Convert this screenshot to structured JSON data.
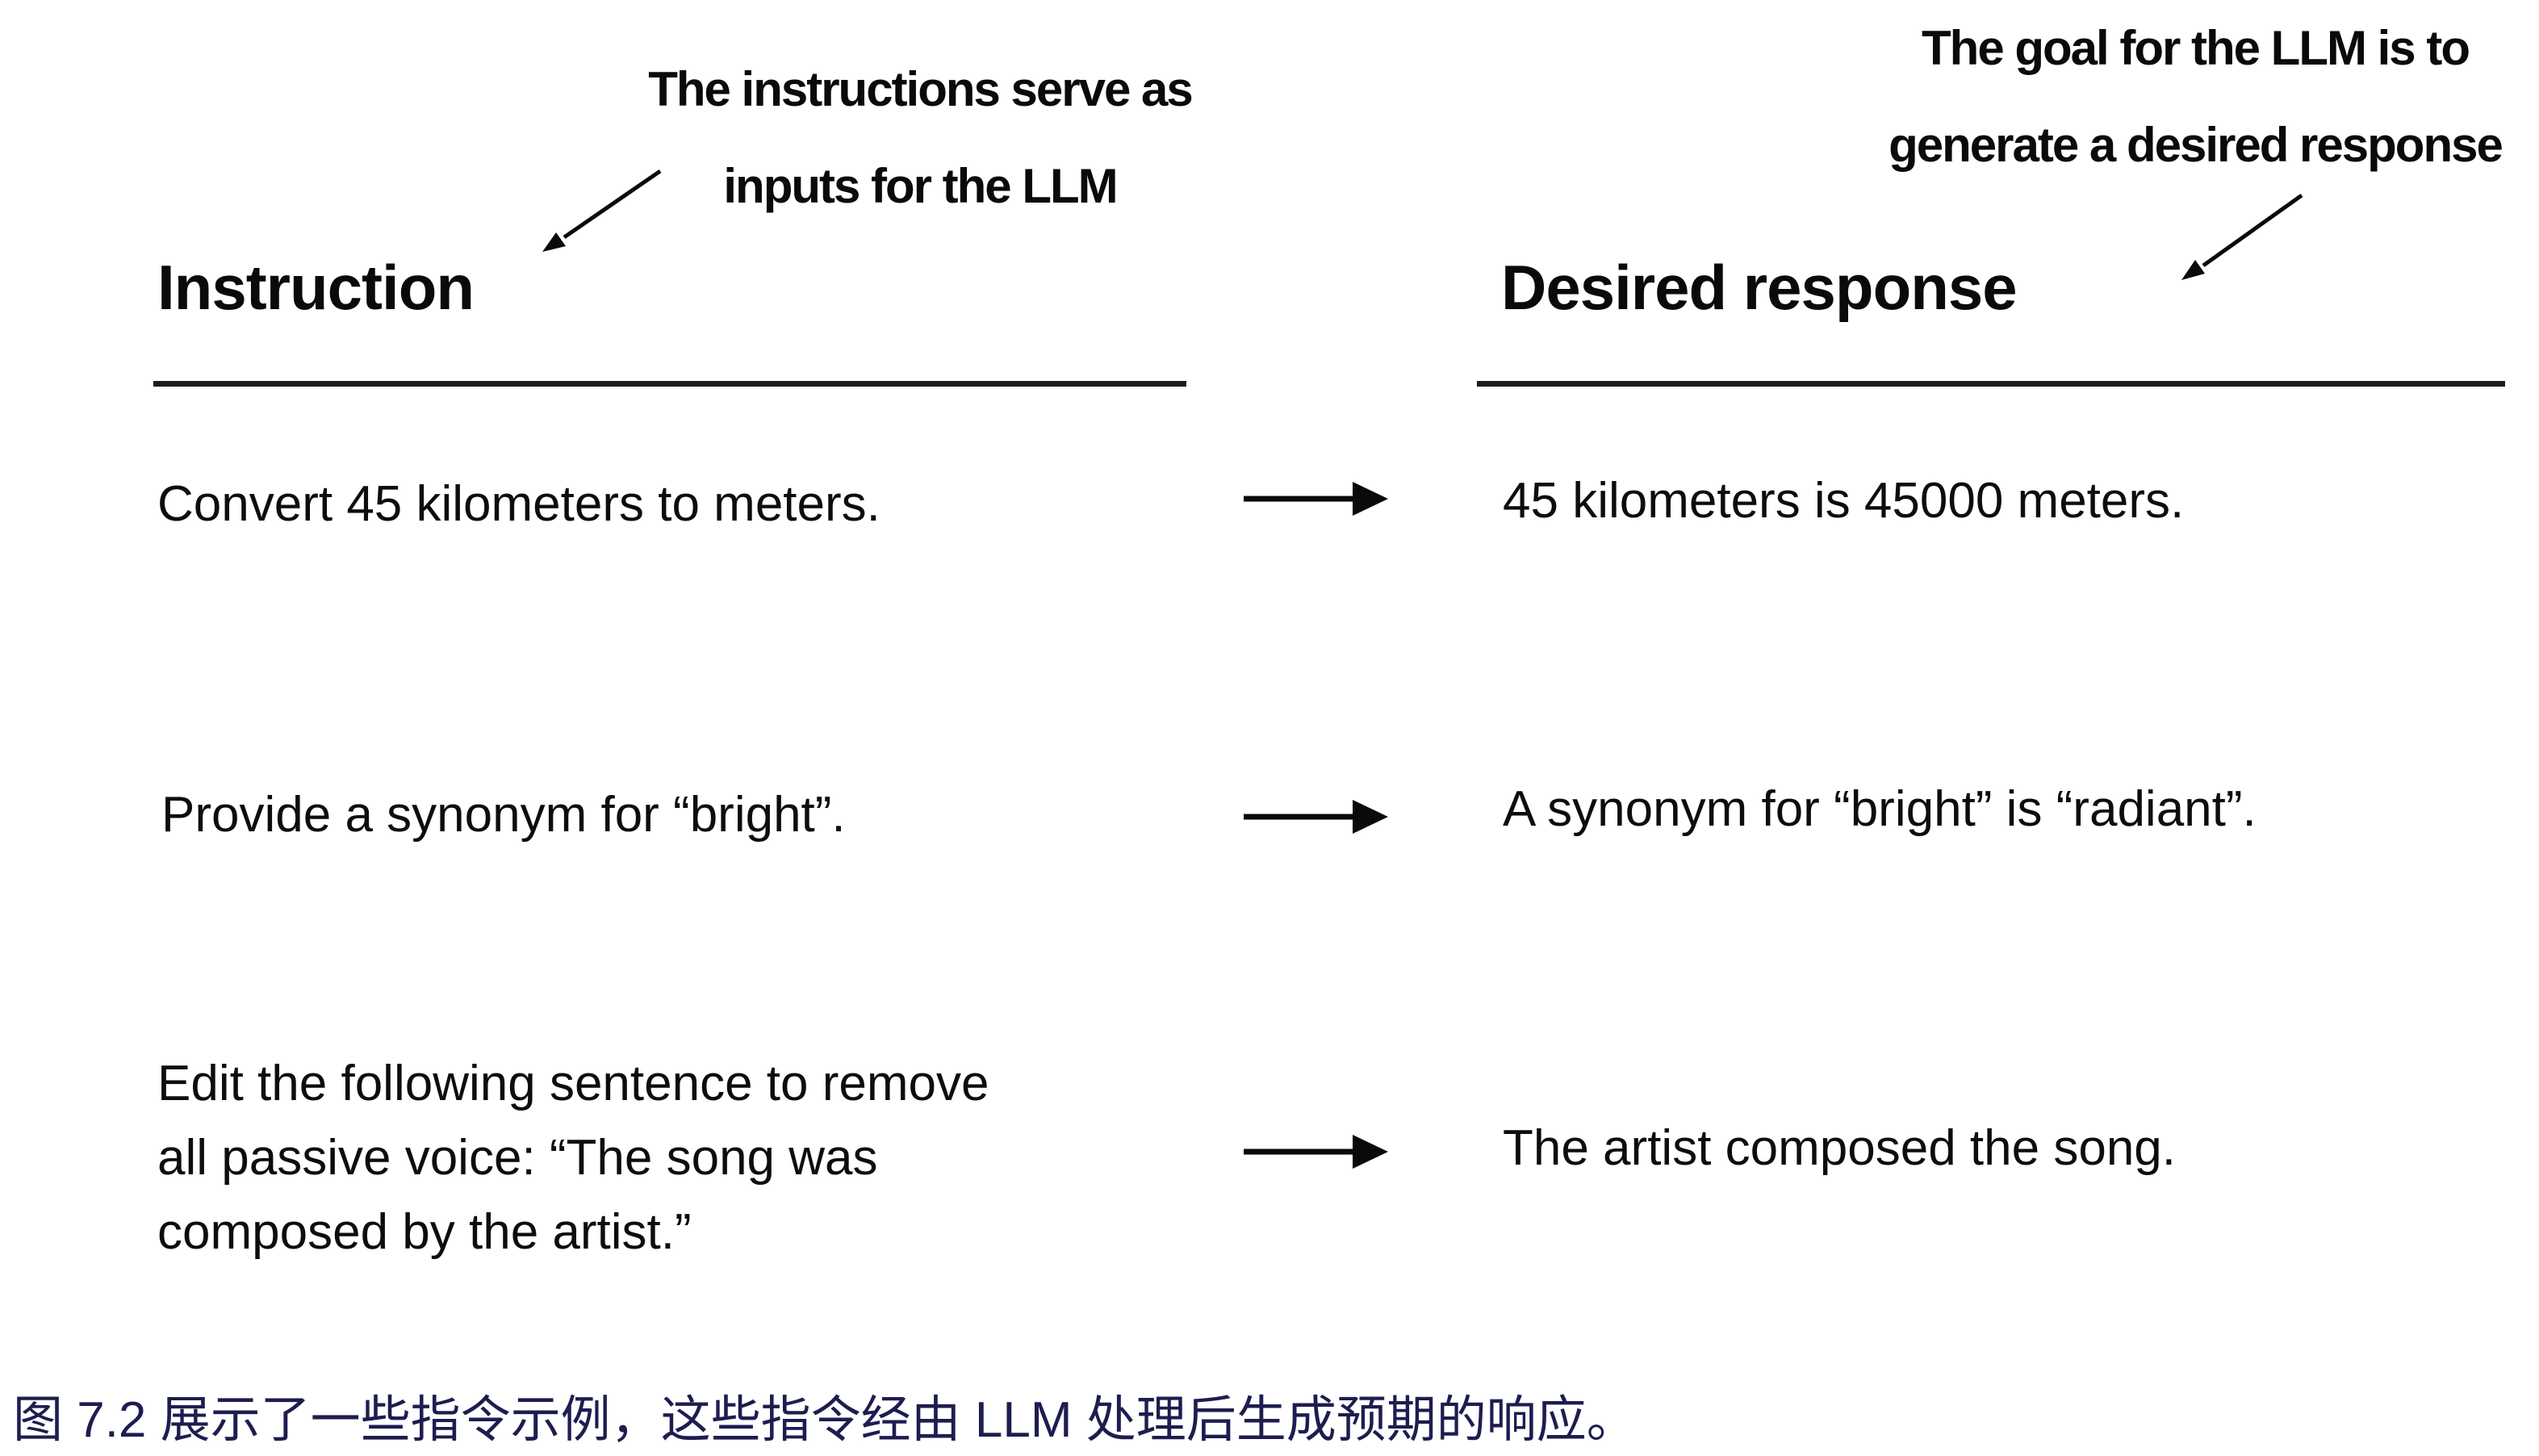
{
  "annotations": {
    "left": {
      "line1": "The instructions serve as",
      "line2": "inputs for the LLM"
    },
    "right": {
      "line1": "The goal for the LLM is to",
      "line2": "generate a desired response"
    }
  },
  "table": {
    "headers": {
      "instruction": "Instruction",
      "response": "Desired response"
    },
    "rows": [
      {
        "instruction": "Convert 45 kilometers to meters.",
        "response": "45 kilometers is 45000 meters."
      },
      {
        "instruction": "Provide a synonym for “bright”.",
        "response": "A synonym for “bright” is “radiant”."
      },
      {
        "instruction": "Edit the following sentence to remove all passive voice: “The song was composed by the artist.”",
        "response": "The artist composed the song."
      }
    ]
  },
  "caption": "图 7.2 展示了一些指令示例，这些指令经由 LLM 处理后生成预期的响应。",
  "icons": {
    "row_arrow": "right-arrow →",
    "annotation_arrow_left": "down-left-arrow ↙",
    "annotation_arrow_right": "down-left-arrow ↙"
  },
  "colors": {
    "text": "#0d0d0d",
    "rule": "#1c1c1c",
    "caption": "#1d1d50",
    "background": "#ffffff"
  }
}
